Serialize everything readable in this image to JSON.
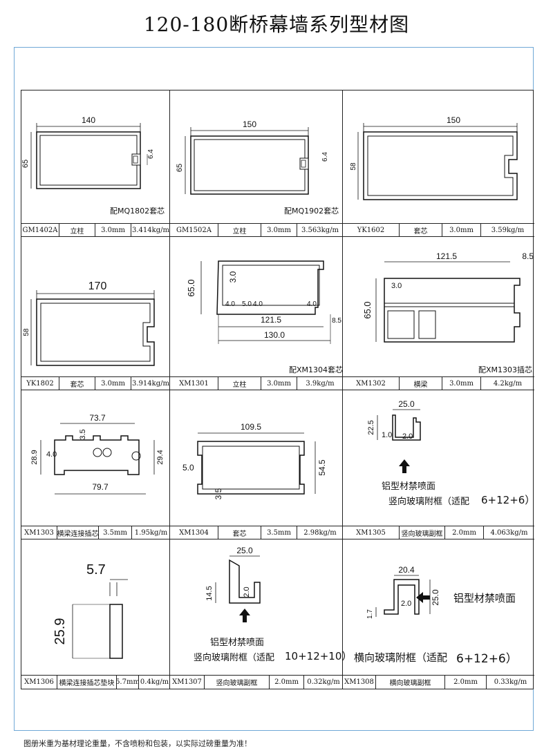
{
  "title": "120-180断桥幕墙系列型材图",
  "footer": "图册米重为基材理论重量，不含喷粉和包装，以实际过磅重量为准！",
  "profiles": [
    {
      "code": "GM1402A",
      "name": "立柱",
      "thickness": "3.0mm",
      "weight": "3.414kg/m",
      "note": "配MQ1802套芯",
      "dims": [
        "140",
        "65",
        "6.4"
      ]
    },
    {
      "code": "GM1502A",
      "name": "立柱",
      "thickness": "3.0mm",
      "weight": "3.563kg/m",
      "note": "配MQ1902套芯",
      "dims": [
        "150",
        "65",
        "6.4"
      ]
    },
    {
      "code": "YK1602",
      "name": "套芯",
      "thickness": "3.0mm",
      "weight": "3.59kg/m",
      "note": "",
      "dims": [
        "150",
        "58"
      ]
    },
    {
      "code": "YK1802",
      "name": "套芯",
      "thickness": "3.0mm",
      "weight": "3.914kg/m",
      "note": "",
      "dims": [
        "170",
        "58"
      ]
    },
    {
      "code": "XM1301",
      "name": "立柱",
      "thickness": "3.0mm",
      "weight": "3.9kg/m",
      "note": "配XM1304套芯",
      "dims": [
        "65.0",
        "3.0",
        "4.0",
        "5.0",
        "4.0",
        "4.0",
        "121.5",
        "8.5",
        "130.0"
      ]
    },
    {
      "code": "XM1302",
      "name": "横梁",
      "thickness": "3.0mm",
      "weight": "4.2kg/m",
      "note": "配XM1303插芯",
      "dims": [
        "121.5",
        "8.5",
        "3.0",
        "65.0"
      ]
    },
    {
      "code": "XM1303",
      "name": "横梁连接插芯",
      "thickness": "3.5mm",
      "weight": "1.95kg/m",
      "note": "",
      "dims": [
        "73.7",
        "3.5",
        "4.0",
        "28.9",
        "29.4",
        "79.7"
      ]
    },
    {
      "code": "XM1304",
      "name": "套芯",
      "thickness": "3.5mm",
      "weight": "2.98kg/m",
      "note": "",
      "dims": [
        "109.5",
        "5.0",
        "3.5",
        "54.5"
      ]
    },
    {
      "code": "XM1305",
      "name": "竖向玻璃副框",
      "thickness": "2.0mm",
      "weight": "4.063kg/m",
      "note": "铝型材禁喷面",
      "note2": "竖向玻璃附框（适配",
      "note2b": "6+12+6）",
      "dims": [
        "25.0",
        "1.0",
        "2.0",
        "22.5"
      ]
    },
    {
      "code": "XM1306",
      "name": "横梁连接插芯垫块",
      "thickness": "5.7mm",
      "weight": "0.4kg/m",
      "note": "",
      "dims": [
        "5.7",
        "25.9"
      ]
    },
    {
      "code": "XM1307",
      "name": "竖向玻璃副框",
      "thickness": "2.0mm",
      "weight": "0.32kg/m",
      "note": "铝型材禁喷面",
      "note2": "竖向玻璃附框（适配",
      "note2b": "10+12+10）",
      "dims": [
        "25.0",
        "14.5",
        "2.0"
      ]
    },
    {
      "code": "XM1308",
      "name": "横向玻璃副框",
      "thickness": "2.0mm",
      "weight": "0.33kg/m",
      "note": "铝型材禁喷面",
      "note2": "横向玻璃附框（适配",
      "note2b": "6+12+6）",
      "dims": [
        "20.4",
        "1.7",
        "2.0",
        "25.0"
      ]
    }
  ]
}
